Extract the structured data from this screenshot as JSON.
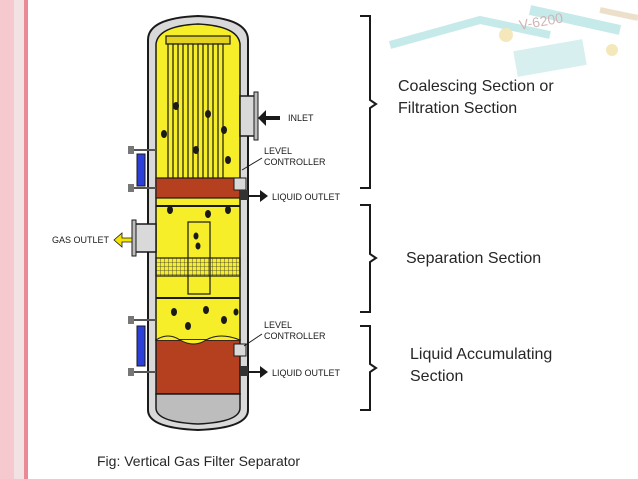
{
  "diagram": {
    "callouts": {
      "inlet": "INLET",
      "level_controller_upper_1": "LEVEL",
      "level_controller_upper_2": "CONTROLLER",
      "liquid_outlet_upper": "LIQUID OUTLET",
      "gas_outlet": "GAS OUTLET",
      "level_controller_lower_1": "LEVEL",
      "level_controller_lower_2": "CONTROLLER",
      "liquid_outlet_lower": "LIQUID OUTLET"
    },
    "background_tag": "V-6200"
  },
  "sections": {
    "coalescing_line1": "Coalescing Section or",
    "coalescing_line2": "Filtration Section",
    "separation": "Separation Section",
    "accumulating_line1": "Liquid Accumulating",
    "accumulating_line2": "Section"
  },
  "caption": "Fig: Vertical Gas Filter Separator",
  "colors": {
    "vessel_fill": "#f7ee2a",
    "liquid_fill": "#b5401f",
    "vessel_outline": "#1a1a1a",
    "sight_glass": "#2c3fd9"
  }
}
